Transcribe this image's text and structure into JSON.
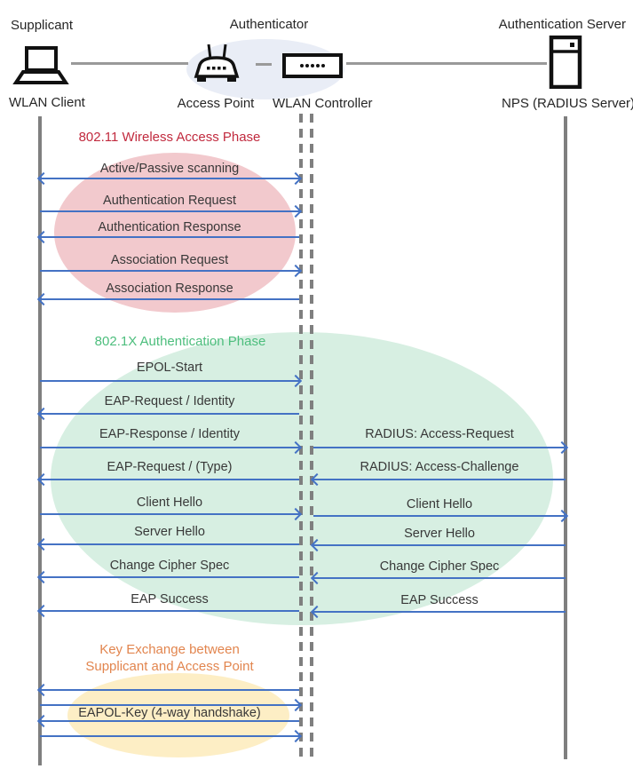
{
  "header": {
    "roles": {
      "supplicant": "Supplicant",
      "authenticator": "Authenticator",
      "auth_server": "Authentication Server"
    },
    "nodes": {
      "wlan_client": "WLAN Client",
      "access_point": "Access Point",
      "wlan_controller": "WLAN Controller",
      "nps": "NPS (RADIUS Server)"
    }
  },
  "phases": {
    "wireless_access": {
      "title": "802.11 Wireless Access Phase",
      "title_color": "#c12a3e",
      "ellipse_color": "#f2c9cd",
      "messages": [
        {
          "label": "Active/Passive scanning",
          "direction": "both"
        },
        {
          "label": "Authentication Request",
          "direction": "right"
        },
        {
          "label": "Authentication Response",
          "direction": "left"
        },
        {
          "label": "Association Request",
          "direction": "right"
        },
        {
          "label": "Association Response",
          "direction": "left"
        }
      ]
    },
    "dot1x": {
      "title": "802.1X Authentication Phase",
      "title_color": "#4dbe7d",
      "ellipse_color": "#d7efe2",
      "client_messages": [
        {
          "label": "EPOL-Start",
          "direction": "right"
        },
        {
          "label": "EAP-Request / Identity",
          "direction": "left"
        },
        {
          "label": "EAP-Response / Identity",
          "direction": "right"
        },
        {
          "label": "EAP-Request / (Type)",
          "direction": "left"
        },
        {
          "label": "Client Hello",
          "direction": "right"
        },
        {
          "label": "Server Hello",
          "direction": "left"
        },
        {
          "label": "Change Cipher Spec",
          "direction": "left"
        },
        {
          "label": "EAP Success",
          "direction": "left"
        }
      ],
      "server_messages": [
        {
          "label": "RADIUS: Access-Request",
          "direction": "right"
        },
        {
          "label": "RADIUS: Access-Challenge",
          "direction": "left"
        },
        {
          "label": "Client Hello",
          "direction": "right"
        },
        {
          "label": "Server Hello",
          "direction": "left"
        },
        {
          "label": "Change Cipher Spec",
          "direction": "left"
        },
        {
          "label": "EAP Success",
          "direction": "left"
        }
      ]
    },
    "key_exchange": {
      "title_line1": "Key Exchange between",
      "title_line2": "Supplicant and Access Point",
      "title_color": "#e2854e",
      "ellipse_color": "#fdeec5",
      "label": "EAPOL-Key (4-way handshake)",
      "arrow_directions": [
        "left",
        "right",
        "left",
        "right"
      ]
    }
  },
  "colors": {
    "arrow": "#4472c4",
    "lifeline": "#7f7f7f",
    "node_ellipse": "#e9edf6",
    "message_text": "#383838"
  }
}
